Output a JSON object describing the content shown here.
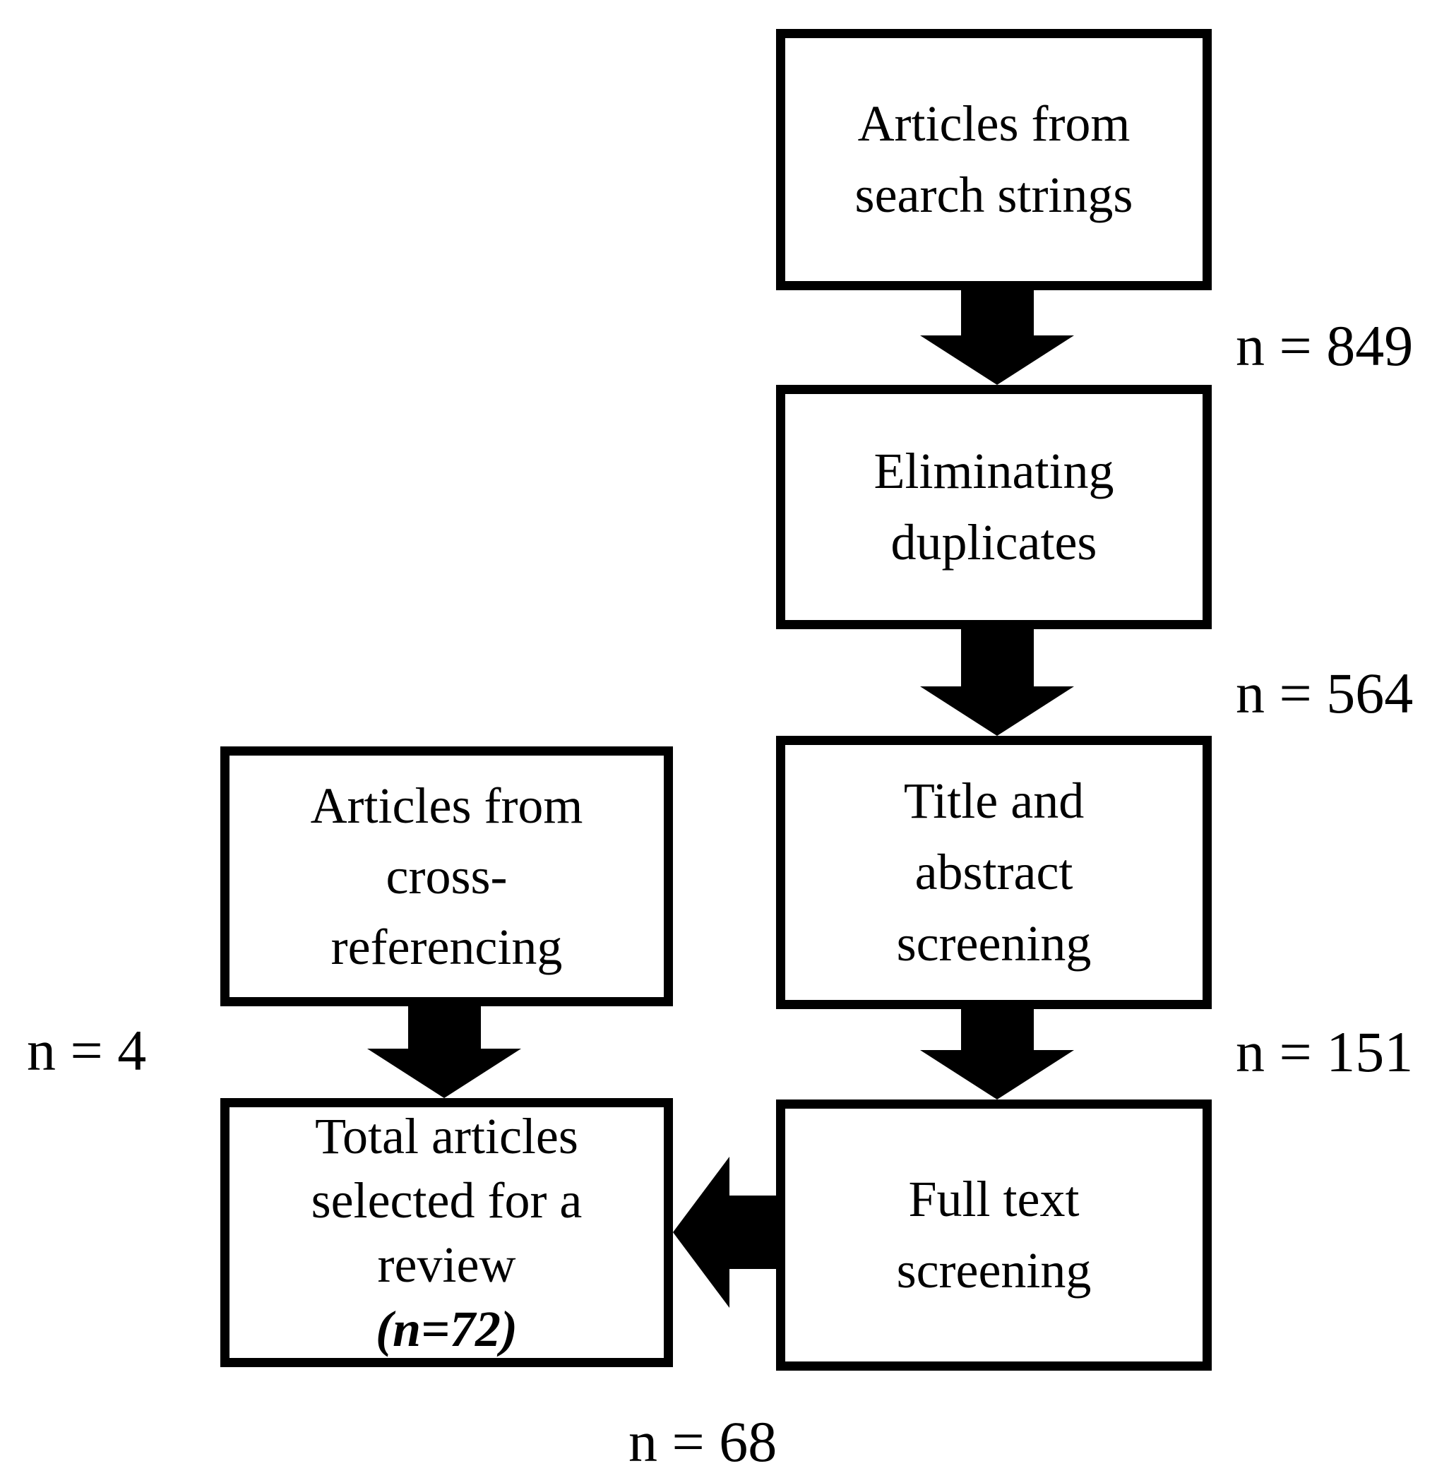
{
  "figure": {
    "type": "flowchart",
    "boxes": {
      "search_strings": {
        "lines": [
          "Articles from",
          "search strings"
        ]
      },
      "duplicates": {
        "lines": [
          "Eliminating",
          "duplicates"
        ]
      },
      "title_abstract": {
        "lines": [
          "Title and",
          "abstract",
          "screening"
        ]
      },
      "full_text": {
        "lines": [
          "Full text",
          "screening"
        ]
      },
      "cross_referencing": {
        "lines": [
          "Articles from",
          "cross-",
          "referencing"
        ]
      },
      "total": {
        "lines": [
          "Total articles",
          "selected for a",
          "review"
        ],
        "emphasis": "(n=72)"
      }
    },
    "counts": {
      "after_search": "n = 849",
      "after_dedup": "n = 564",
      "after_title_abstract": "n = 151",
      "after_full_text": "n = 68",
      "from_cross_referencing": "n = 4"
    },
    "colors": {
      "ink": "#000000",
      "background": "#ffffff"
    }
  }
}
